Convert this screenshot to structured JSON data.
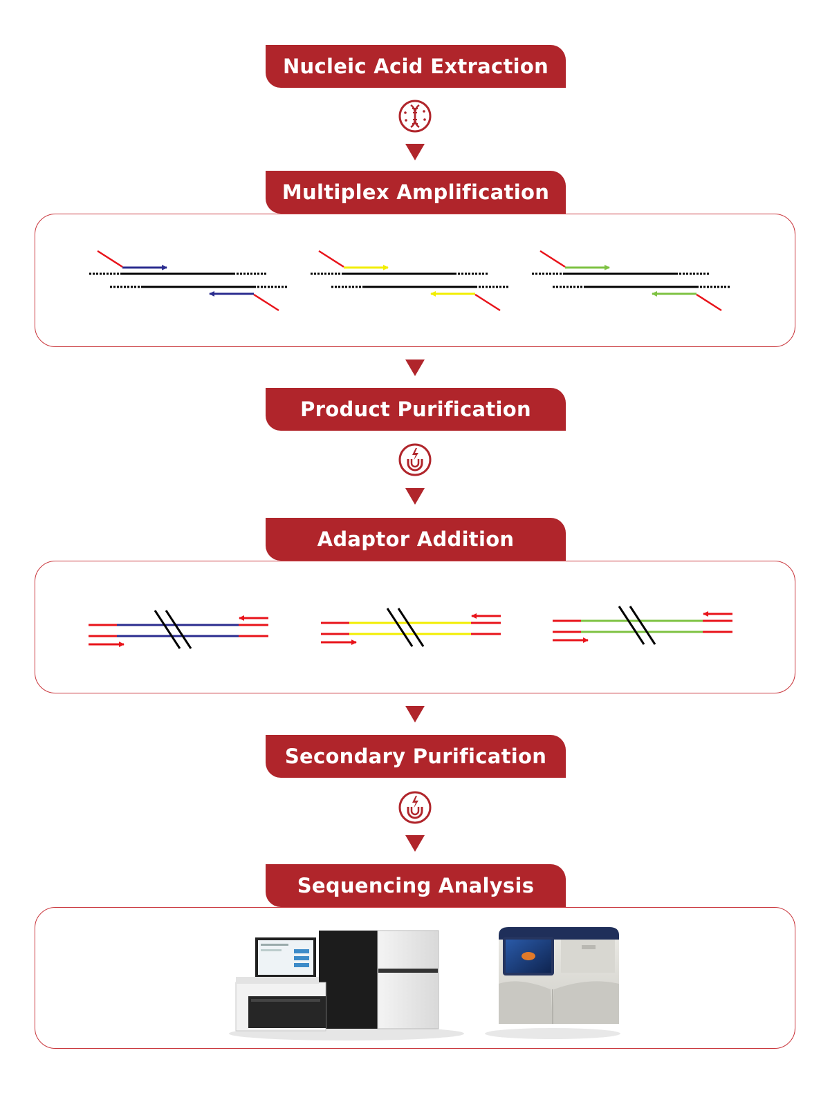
{
  "steps": [
    {
      "label": "Nucleic Acid Extraction"
    },
    {
      "label": "Multiplex Amplification"
    },
    {
      "label": "Product Purification"
    },
    {
      "label": "Adaptor Addition"
    },
    {
      "label": "Secondary Purification"
    },
    {
      "label": "Sequencing Analysis"
    }
  ],
  "icons": {
    "extraction": "dna-cell-icon",
    "purification": "magnet-bolt-icon"
  },
  "colors": {
    "brand": "#b0252b",
    "primer_red": "#e8131a",
    "template": "#000000",
    "amplicon_1": "#2b2c8f",
    "amplicon_2": "#f2ee00",
    "amplicon_3": "#7ec242"
  }
}
